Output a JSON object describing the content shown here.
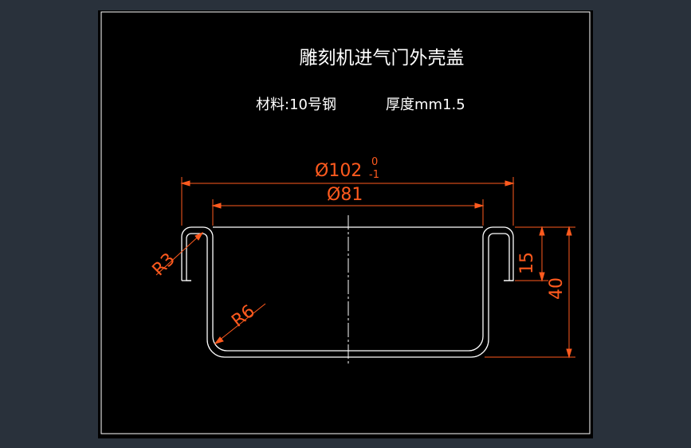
{
  "drawing": {
    "title": "雕刻机进气门外壳盖",
    "material_label": "材料:10号钢",
    "thickness_label": "厚度mm1.5"
  },
  "dimensions": {
    "outer_diameter": "Ø102",
    "outer_tol_upper": "0",
    "outer_tol_lower": "-1",
    "inner_diameter": "Ø81",
    "radius_small": "R3",
    "radius_large": "R6",
    "height_flange": "15",
    "height_total": "40"
  },
  "colors": {
    "background": "#29313b",
    "sheet": "#000000",
    "frame": "#ffffff",
    "geometry": "#ffffff",
    "dimension": "#ff5a1e",
    "text": "#ffffff"
  }
}
